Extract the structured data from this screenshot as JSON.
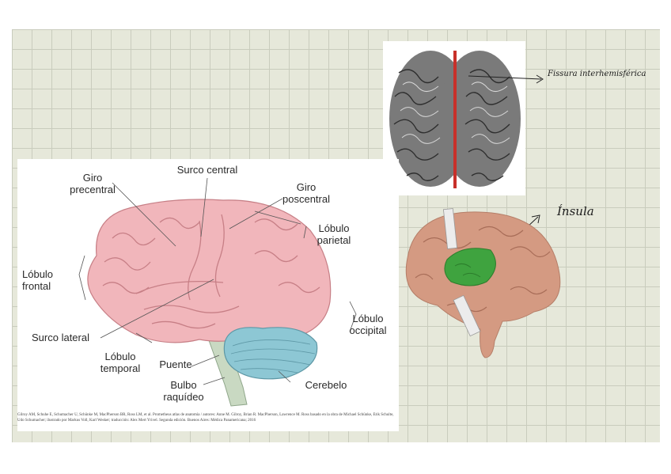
{
  "main_figure": {
    "labels": {
      "giro_precentral": "Giro\nprecentral",
      "surco_central": "Surco central",
      "giro_poscentral": "Giro\nposcentral",
      "lobulo_parietal": "Lóbulo\nparietal",
      "lobulo_frontal": "Lóbulo\nfrontal",
      "lobulo_occipital": "Lóbulo\noccipital",
      "surco_lateral": "Surco lateral",
      "lobulo_temporal": "Lóbulo\ntemporal",
      "puente": "Puente",
      "bulbo_raquideo": "Bulbo\nraquídeo",
      "cerebelo": "Cerebelo"
    },
    "caption": "Gilroy AM, Schuhe E, Schumacher U, Schünke M, MacPherson BR, Ross LM, et al. Prometheus atlas de anatomía / autores: Anne M. Gilroy, Brian R. MacPherson, Lawrence M. Ross basado en la obra de Michael Schünke, Erik Schulte, Udo Schumacher; ilustrado por Markus Voll, Karl Wesker; traducción: Alex Mert Yrivel. Segunda edición. Buenos Aires: Médica Panamericana; 2016"
  },
  "annotations": {
    "fisura": "Fissura interhemisférica",
    "insula": "Ínsula"
  },
  "colors": {
    "brain_pink": "#f1b6bb",
    "cerebellum_blue": "#8dc7d4",
    "insula_brain": "#d49a82",
    "insula_green": "#3fa33f",
    "fissure_red": "#c8302a"
  }
}
